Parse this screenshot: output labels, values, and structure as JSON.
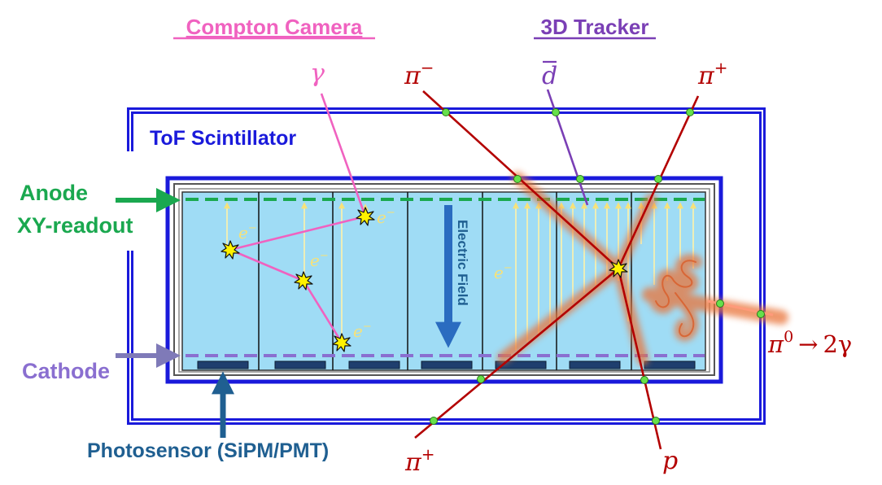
{
  "labels": {
    "compton_camera": "Compton Camera",
    "tracker_3d": "3D Tracker",
    "tof_scintillator": "ToF Scintillator",
    "anode": "Anode",
    "xy_readout": "XY-readout",
    "cathode": "Cathode",
    "photosensor": "Photosensor (SiPM/PMT)",
    "electric_field": "Electric Field"
  },
  "particles": {
    "gamma": "γ",
    "pi_minus": {
      "symbol": "π",
      "charge": "−"
    },
    "dbar": "d",
    "pi_plus_top": {
      "symbol": "π",
      "charge": "+"
    },
    "pi_plus_bottom": {
      "symbol": "π",
      "charge": "+"
    },
    "proton": "p",
    "pi0": {
      "symbol": "π",
      "sup": "0",
      "arrow": "→",
      "product": "2γ"
    },
    "electron": {
      "symbol": "e",
      "charge": "−"
    }
  },
  "colors": {
    "tof_blue": "#1a1adb",
    "anode_green": "#1aa84f",
    "cathode_purple": "#8a6fd0",
    "photosensor_blue": "#1f5f91",
    "compton_pink": "#f062c0",
    "tracker_purple": "#7a3fb5",
    "track_red": "#b30000",
    "liquid_blue": "#9fdcf5",
    "drift_yellow": "#fff2a8",
    "hit_green": "#66e04a"
  }
}
